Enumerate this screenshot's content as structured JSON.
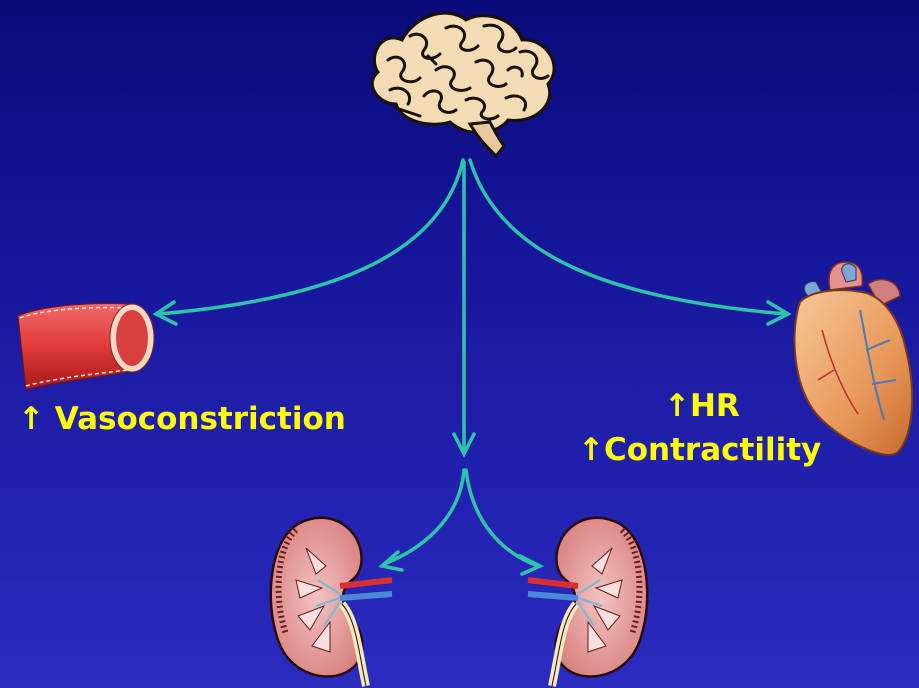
{
  "labels": {
    "vasoconstriction": {
      "arrow": "↑",
      "text": " Vasoconstriction"
    },
    "heart_rate": {
      "arrow": "↑",
      "text": "HR"
    },
    "contractility": {
      "arrow": "↑",
      "text": "Contractility"
    }
  },
  "colors": {
    "background_top": "#0a0a78",
    "background_bottom": "#2b2bc0",
    "arrow": "#2ec4a8",
    "label_text": "#ffff00"
  },
  "icons": {
    "brain": "brain-icon",
    "blood_vessel": "blood-vessel-icon",
    "heart": "heart-icon",
    "kidney_left": "kidney-icon",
    "kidney_right": "kidney-icon"
  }
}
